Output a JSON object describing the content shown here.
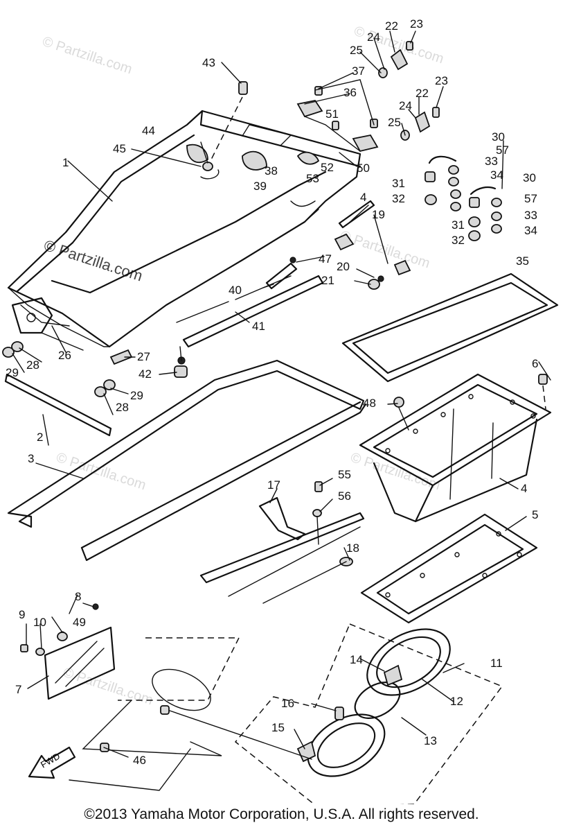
{
  "watermarks": {
    "faint": "© Partzilla.com",
    "strong": "© Partzilla.com"
  },
  "callouts": {
    "c1": "1",
    "c2": "2",
    "c3": "3",
    "c4a": "4",
    "c4b": "4",
    "c5": "5",
    "c6": "6",
    "c7": "7",
    "c8": "8",
    "c9": "9",
    "c10": "10",
    "c11": "11",
    "c12": "12",
    "c13": "13",
    "c14": "14",
    "c15": "15",
    "c16": "16",
    "c17": "17",
    "c18": "18",
    "c19": "19",
    "c20": "20",
    "c21": "21",
    "c22a": "22",
    "c22b": "22",
    "c23a": "23",
    "c23b": "23",
    "c24a": "24",
    "c24b": "24",
    "c25a": "25",
    "c25b": "25",
    "c26": "26",
    "c27": "27",
    "c28a": "28",
    "c28b": "28",
    "c29a": "29",
    "c29b": "29",
    "c30a": "30",
    "c30b": "30",
    "c31a": "31",
    "c31b": "31",
    "c32a": "32",
    "c32b": "32",
    "c33a": "33",
    "c33b": "33",
    "c34a": "34",
    "c34b": "34",
    "c35": "35",
    "c36": "36",
    "c37": "37",
    "c38": "38",
    "c39": "39",
    "c40": "40",
    "c41": "41",
    "c42": "42",
    "c43": "43",
    "c44": "44",
    "c45": "45",
    "c46": "46",
    "c47": "47",
    "c48": "48",
    "c49": "49",
    "c50": "50",
    "c51": "51",
    "c52": "52",
    "c53": "53",
    "c55": "55",
    "c56": "56",
    "c57a": "57",
    "c57b": "57"
  },
  "fwd_label": "FWD",
  "copyright": "©2013  Yamaha Motor Corporation, U.S.A. All rights reserved."
}
